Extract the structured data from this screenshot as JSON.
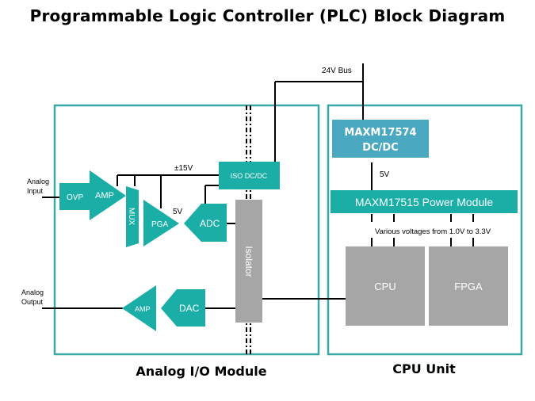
{
  "title": "Programmable Logic Controller (PLC) Block Diagram",
  "colors": {
    "teal": "#1aaea6",
    "frame": "#3aa9a6",
    "dcdc_blue": "#4aa8c0",
    "gray_block": "#a6a6a6",
    "line": "#000000"
  },
  "analog_io_module": {
    "label": "Analog I/O Module",
    "analog_input_label_line1": "Analog",
    "analog_input_label_line2": "Input",
    "analog_output_label_line1": "Analog",
    "analog_output_label_line2": "Output",
    "ovp": "OVP",
    "amp_in": "AMP",
    "mux": "MUX",
    "pga": "PGA",
    "adc": "ADC",
    "dac": "DAC",
    "amp_out": "AMP",
    "iso_dcdc": "ISO DC/DC",
    "isolator": "Isolator",
    "rail_15v": "±15V",
    "rail_5v": "5V"
  },
  "power": {
    "bus_label": "24V Bus"
  },
  "cpu_unit": {
    "label": "CPU Unit",
    "dcdc_line1": "MAXM17574",
    "dcdc_line2": "DC/DC",
    "rail_5v": "5V",
    "power_module": "MAXM17515 Power Module",
    "voltages_note": "Various voltages from 1.0V to 3.3V",
    "cpu": "CPU",
    "fpga": "FPGA"
  }
}
